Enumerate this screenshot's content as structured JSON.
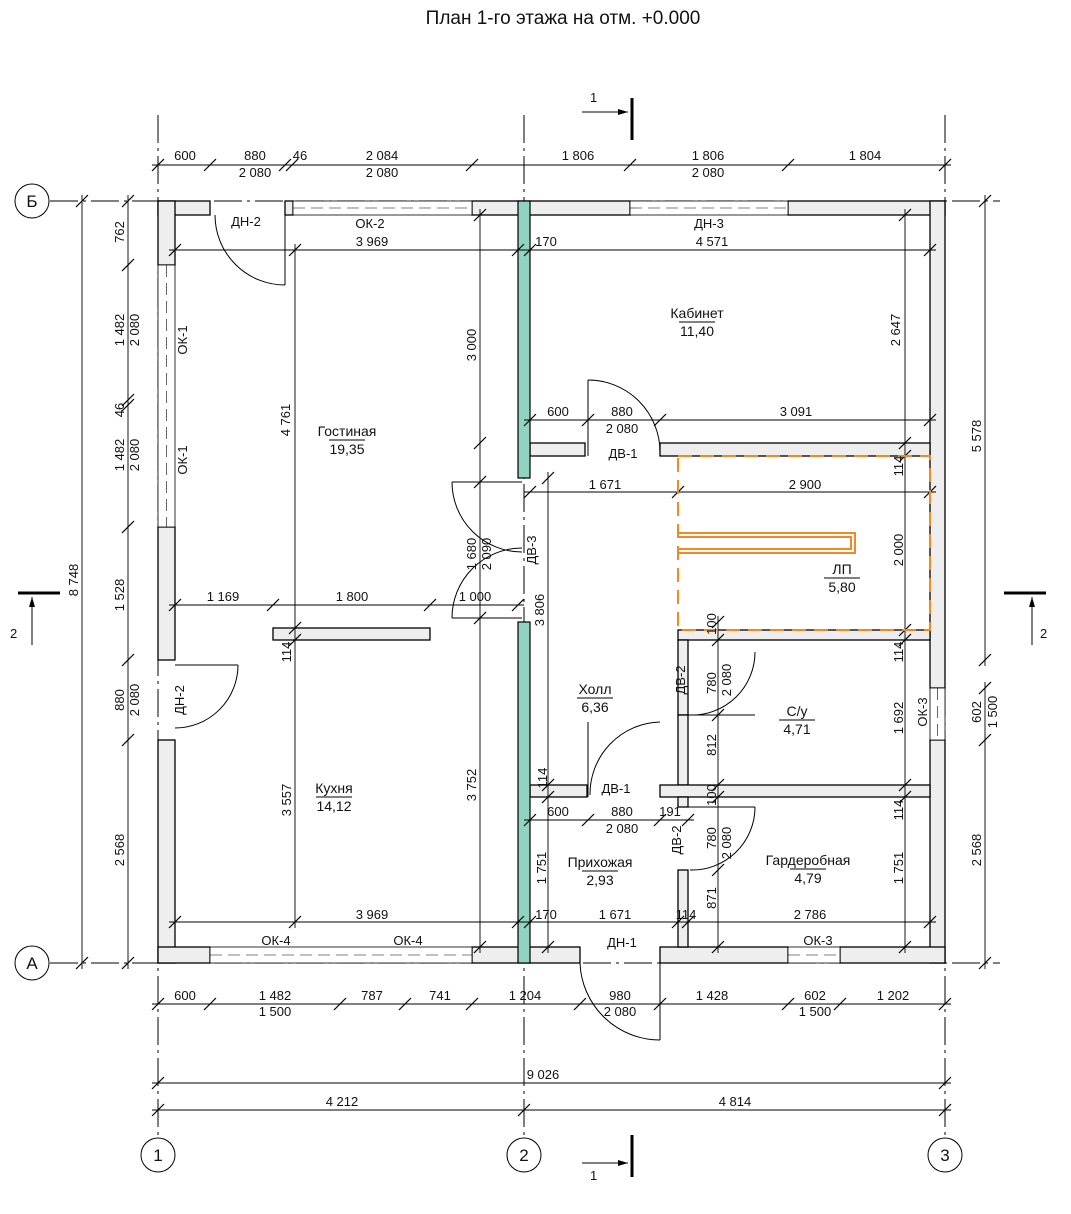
{
  "title": "План 1-го этажа на отм. +0.000",
  "axes": {
    "a": "А",
    "b": "Б",
    "c1": "1",
    "c2": "2",
    "c3": "3"
  },
  "sections": {
    "s1_top": "1",
    "s1_bottom": "1",
    "s2_left": "2",
    "s2_right": "2"
  },
  "rooms": [
    {
      "name": "Кабинет",
      "area": "11,40"
    },
    {
      "name": "Гостиная",
      "area": "19,35"
    },
    {
      "name": "ЛП",
      "area": "5,80"
    },
    {
      "name": "Холл",
      "area": "6,36"
    },
    {
      "name": "С/у",
      "area": "4,71"
    },
    {
      "name": "Кухня",
      "area": "14,12"
    },
    {
      "name": "Прихожая",
      "area": "2,93"
    },
    {
      "name": "Гардеробная",
      "area": "4,79"
    }
  ],
  "marks": {
    "dn2_top": "ДН-2",
    "ok2": "ОК-2",
    "dn3": "ДН-3",
    "ok1_a": "ОК-1",
    "ok1_b": "ОК-1",
    "dn2_left": "ДН-2",
    "dv1_top": "ДВ-1",
    "dv3": "ДВ-3",
    "dv2_top": "ДВ-2",
    "dv1_bottom": "ДВ-1",
    "dv2_bottom": "ДВ-2",
    "ok4_a": "ОК-4",
    "ok4_b": "ОК-4",
    "dn1": "ДН-1",
    "ok3_bottom": "ОК-3",
    "ok3_right": "ОК-3"
  },
  "dims": {
    "top": [
      "600",
      "880",
      "2 080",
      "46",
      "2 084",
      "2 080",
      "1 806",
      "1 806",
      "2 080",
      "1 804"
    ],
    "bottom": [
      "600",
      "1 482",
      "1 500",
      "787",
      "741",
      "1 204",
      "980",
      "2 080",
      "1 428",
      "602",
      "1 500",
      "1 202"
    ],
    "overall": [
      "9 026",
      "4 212",
      "4 814"
    ],
    "left": [
      "762",
      "1 482",
      "2 080",
      "46",
      "1 482",
      "2 080",
      "1 528",
      "880",
      "2 080",
      "2 568",
      "8 748"
    ],
    "right": [
      "5 578",
      "602",
      "1 500",
      "2 568"
    ],
    "interior": [
      "3 969",
      "170",
      "4 571",
      "3 000",
      "4 761",
      "2 647",
      "600",
      "880",
      "2 080",
      "3 091",
      "1 671",
      "2 900",
      "114",
      "2 000",
      "1 680",
      "2 090",
      "1 169",
      "1 800",
      "1 000",
      "3 806",
      "114",
      "100",
      "114",
      "780",
      "2 080",
      "812",
      "1 692",
      "3 557",
      "3 752",
      "114",
      "600",
      "880",
      "2 080",
      "191",
      "100",
      "114",
      "780",
      "2 080",
      "1 751",
      "1 751",
      "871",
      "3 969",
      "170",
      "1 671",
      "114",
      "2 786"
    ]
  },
  "colors": {
    "partition": "#8fd3c0",
    "heated_floor": "#f08a24",
    "wall_fill": "#eeeeee"
  }
}
